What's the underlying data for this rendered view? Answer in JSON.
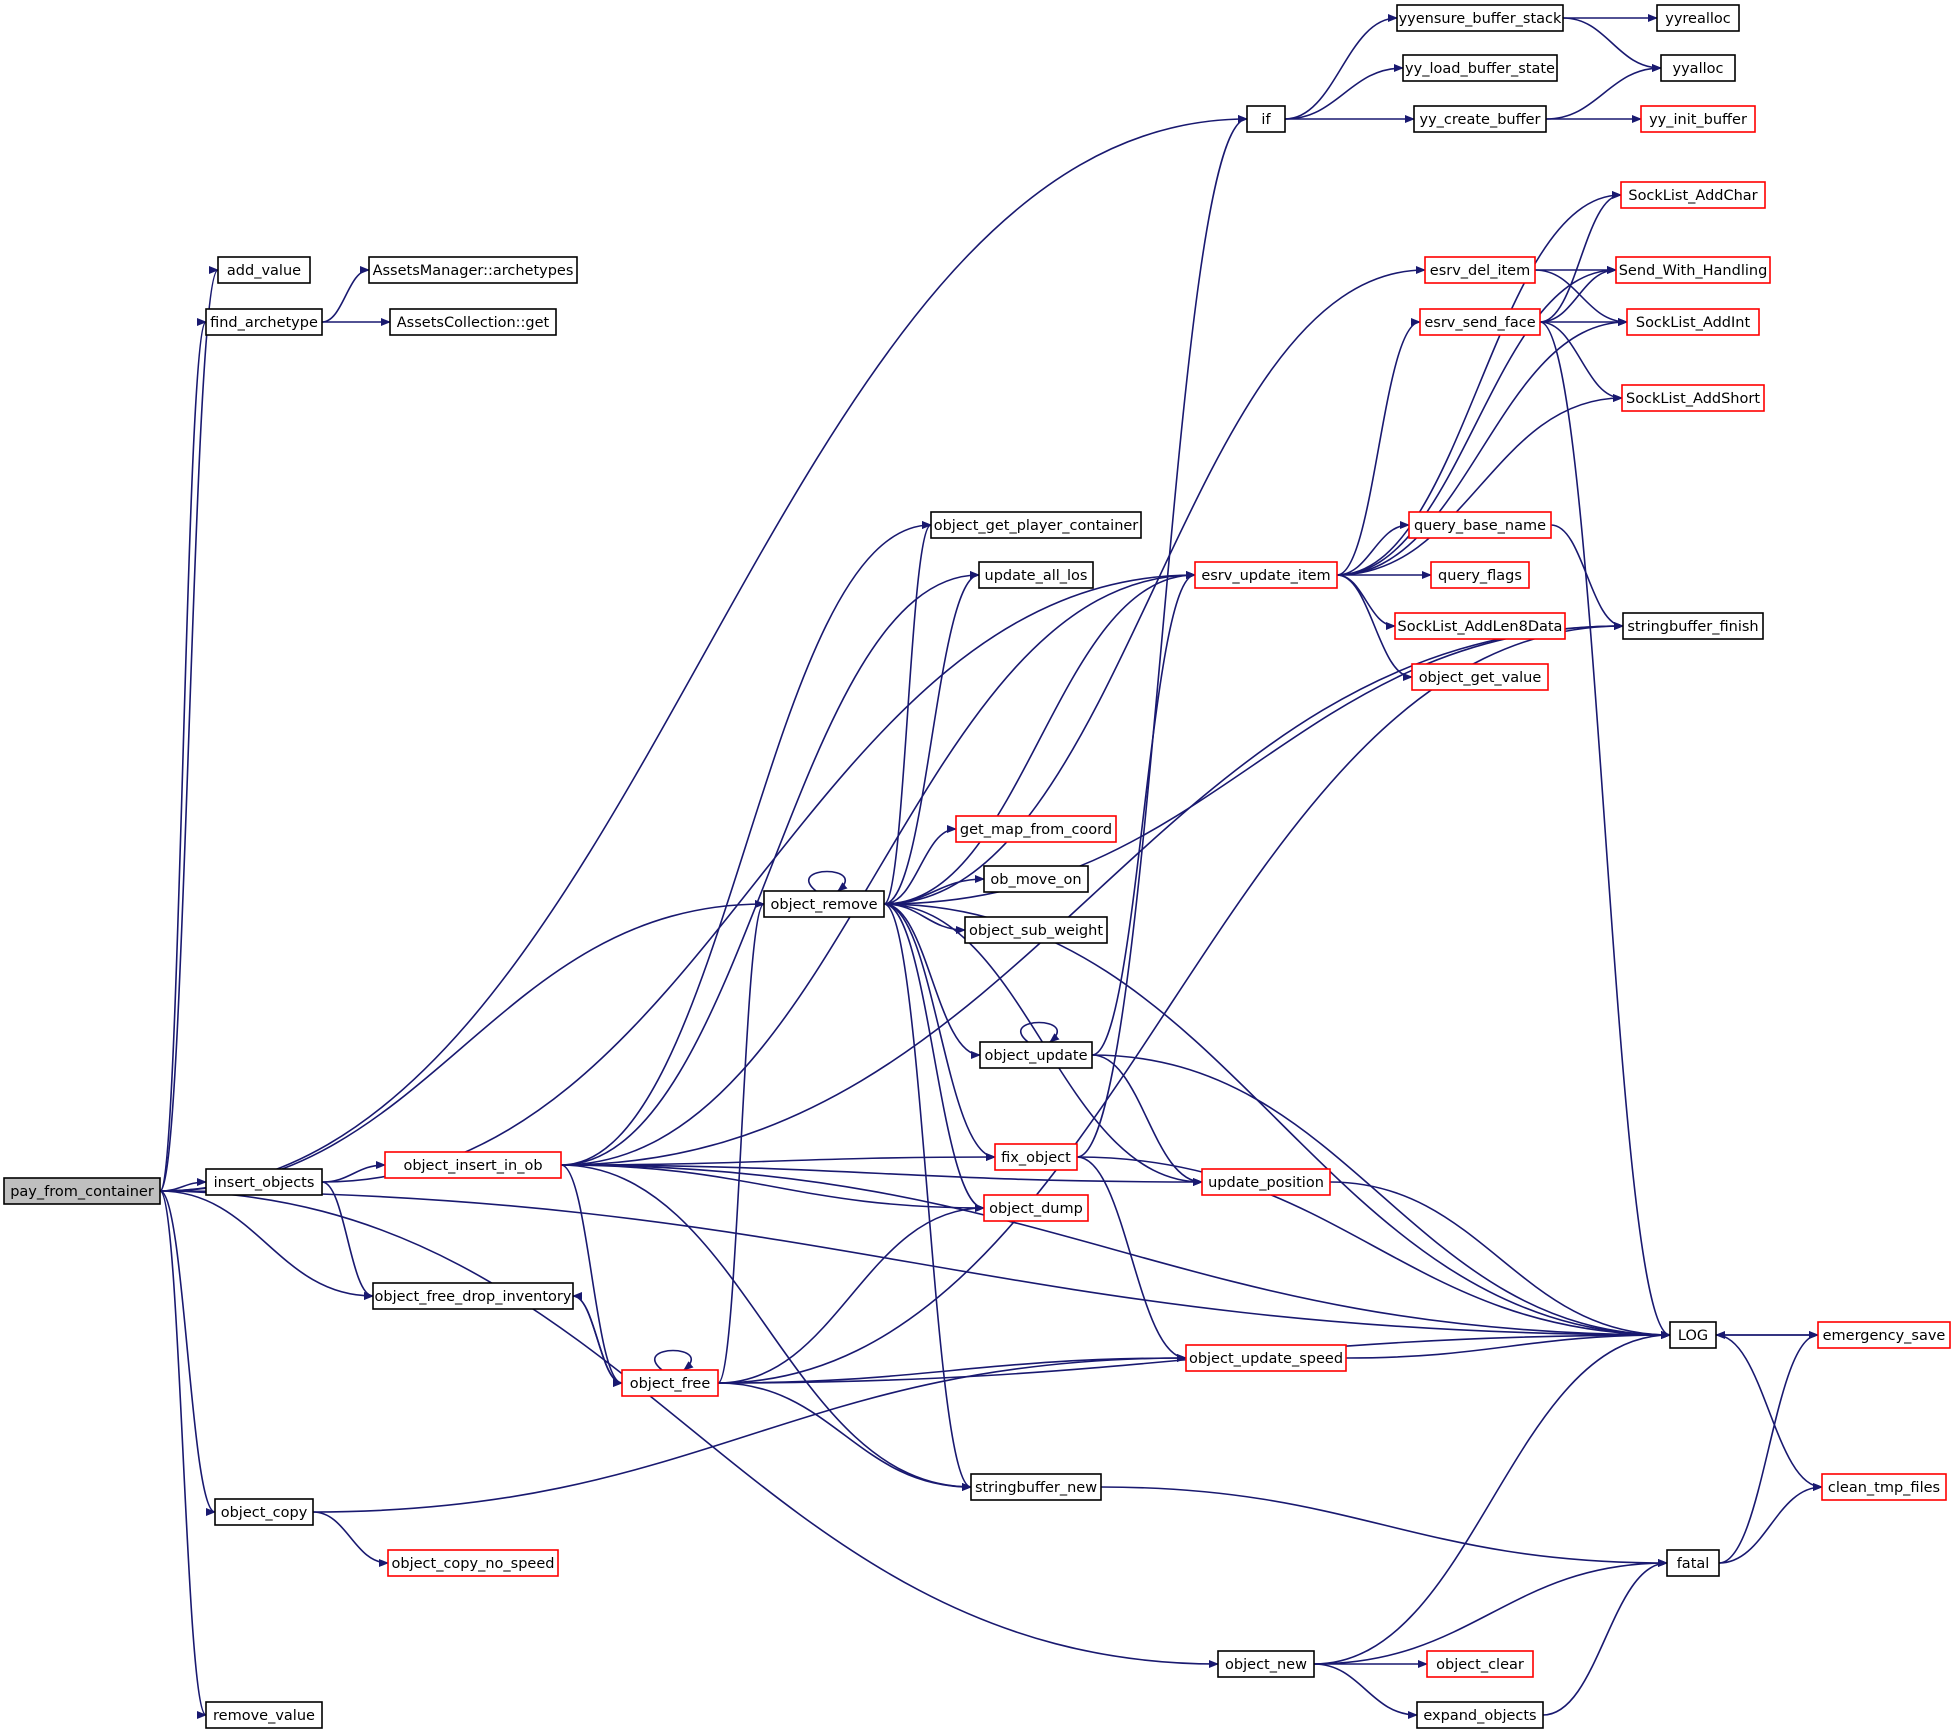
{
  "colors": {
    "edge": "#191970",
    "node_border": "#000000",
    "node_border_incomplete": "#ff0000",
    "root_fill": "#bfbfbf",
    "node_fill": "#ffffff"
  },
  "nodes": [
    {
      "id": "pay_from_container",
      "label": "pay_from_container",
      "root": true
    },
    {
      "id": "add_value",
      "label": "add_value"
    },
    {
      "id": "find_archetype",
      "label": "find_archetype"
    },
    {
      "id": "AssetsManager_archetypes",
      "label": "AssetsManager::archetypes"
    },
    {
      "id": "AssetsCollection_get",
      "label": "AssetsCollection::get"
    },
    {
      "id": "insert_objects",
      "label": "insert_objects"
    },
    {
      "id": "object_insert_in_ob",
      "label": "object_insert_in_ob",
      "red": true
    },
    {
      "id": "object_free_drop_inventory",
      "label": "object_free_drop_inventory"
    },
    {
      "id": "object_copy",
      "label": "object_copy"
    },
    {
      "id": "object_copy_no_speed",
      "label": "object_copy_no_speed",
      "red": true
    },
    {
      "id": "remove_value",
      "label": "remove_value"
    },
    {
      "id": "object_remove",
      "label": "object_remove"
    },
    {
      "id": "object_free",
      "label": "object_free",
      "red": true
    },
    {
      "id": "object_get_player_container",
      "label": "object_get_player_container"
    },
    {
      "id": "update_all_los",
      "label": "update_all_los"
    },
    {
      "id": "get_map_from_coord",
      "label": "get_map_from_coord",
      "red": true
    },
    {
      "id": "ob_move_on",
      "label": "ob_move_on"
    },
    {
      "id": "object_sub_weight",
      "label": "object_sub_weight"
    },
    {
      "id": "object_update",
      "label": "object_update"
    },
    {
      "id": "fix_object",
      "label": "fix_object",
      "red": true
    },
    {
      "id": "object_dump",
      "label": "object_dump",
      "red": true
    },
    {
      "id": "stringbuffer_new",
      "label": "stringbuffer_new"
    },
    {
      "id": "if",
      "label": "if"
    },
    {
      "id": "esrv_update_item",
      "label": "esrv_update_item",
      "red": true
    },
    {
      "id": "update_position",
      "label": "update_position",
      "red": true
    },
    {
      "id": "object_update_speed",
      "label": "object_update_speed",
      "red": true
    },
    {
      "id": "object_new",
      "label": "object_new"
    },
    {
      "id": "yyensure_buffer_stack",
      "label": "yyensure_buffer_stack"
    },
    {
      "id": "yy_load_buffer_state",
      "label": "yy_load_buffer_state"
    },
    {
      "id": "yy_create_buffer",
      "label": "yy_create_buffer"
    },
    {
      "id": "esrv_del_item",
      "label": "esrv_del_item",
      "red": true
    },
    {
      "id": "esrv_send_face",
      "label": "esrv_send_face",
      "red": true
    },
    {
      "id": "query_base_name",
      "label": "query_base_name",
      "red": true
    },
    {
      "id": "query_flags",
      "label": "query_flags",
      "red": true
    },
    {
      "id": "SockList_AddLen8Data",
      "label": "SockList_AddLen8Data",
      "red": true
    },
    {
      "id": "object_get_value",
      "label": "object_get_value",
      "red": true
    },
    {
      "id": "object_clear",
      "label": "object_clear",
      "red": true
    },
    {
      "id": "expand_objects",
      "label": "expand_objects"
    },
    {
      "id": "yyrealloc",
      "label": "yyrealloc"
    },
    {
      "id": "yyalloc",
      "label": "yyalloc"
    },
    {
      "id": "yy_init_buffer",
      "label": "yy_init_buffer",
      "red": true
    },
    {
      "id": "SockList_AddChar",
      "label": "SockList_AddChar",
      "red": true
    },
    {
      "id": "Send_With_Handling",
      "label": "Send_With_Handling",
      "red": true
    },
    {
      "id": "SockList_AddInt",
      "label": "SockList_AddInt",
      "red": true
    },
    {
      "id": "SockList_AddShort",
      "label": "SockList_AddShort",
      "red": true
    },
    {
      "id": "stringbuffer_finish",
      "label": "stringbuffer_finish"
    },
    {
      "id": "LOG",
      "label": "LOG"
    },
    {
      "id": "fatal",
      "label": "fatal"
    },
    {
      "id": "emergency_save",
      "label": "emergency_save",
      "red": true
    },
    {
      "id": "clean_tmp_files",
      "label": "clean_tmp_files",
      "red": true
    }
  ],
  "edges": [
    [
      "pay_from_container",
      "add_value"
    ],
    [
      "pay_from_container",
      "find_archetype"
    ],
    [
      "pay_from_container",
      "if"
    ],
    [
      "pay_from_container",
      "object_remove"
    ],
    [
      "pay_from_container",
      "insert_objects"
    ],
    [
      "pay_from_container",
      "object_free_drop_inventory"
    ],
    [
      "pay_from_container",
      "object_copy"
    ],
    [
      "pay_from_container",
      "LOG"
    ],
    [
      "pay_from_container",
      "object_new"
    ],
    [
      "pay_from_container",
      "remove_value"
    ],
    [
      "find_archetype",
      "AssetsManager_archetypes"
    ],
    [
      "find_archetype",
      "AssetsCollection_get"
    ],
    [
      "insert_objects",
      "esrv_update_item"
    ],
    [
      "insert_objects",
      "object_insert_in_ob"
    ],
    [
      "insert_objects",
      "object_free_drop_inventory"
    ],
    [
      "object_insert_in_ob",
      "stringbuffer_finish"
    ],
    [
      "object_insert_in_ob",
      "object_get_player_container"
    ],
    [
      "object_insert_in_ob",
      "update_all_los"
    ],
    [
      "object_insert_in_ob",
      "fix_object"
    ],
    [
      "object_insert_in_ob",
      "object_dump"
    ],
    [
      "object_insert_in_ob",
      "update_position"
    ],
    [
      "object_insert_in_ob",
      "LOG"
    ],
    [
      "object_insert_in_ob",
      "object_free"
    ],
    [
      "object_insert_in_ob",
      "stringbuffer_new"
    ],
    [
      "object_insert_in_ob",
      "esrv_update_item"
    ],
    [
      "object_free_drop_inventory",
      "object_free"
    ],
    [
      "object_free",
      "object_free_drop_inventory"
    ],
    [
      "object_free",
      "object_free"
    ],
    [
      "object_free",
      "object_remove"
    ],
    [
      "object_free",
      "stringbuffer_finish"
    ],
    [
      "object_free",
      "object_dump"
    ],
    [
      "object_free",
      "object_update_speed"
    ],
    [
      "object_free",
      "LOG"
    ],
    [
      "object_free",
      "stringbuffer_new"
    ],
    [
      "object_copy",
      "object_copy_no_speed"
    ],
    [
      "object_copy",
      "object_update_speed"
    ],
    [
      "object_remove",
      "object_remove"
    ],
    [
      "object_remove",
      "object_get_player_container"
    ],
    [
      "object_remove",
      "update_all_los"
    ],
    [
      "object_remove",
      "esrv_del_item"
    ],
    [
      "object_remove",
      "esrv_update_item"
    ],
    [
      "object_remove",
      "stringbuffer_finish"
    ],
    [
      "object_remove",
      "get_map_from_coord"
    ],
    [
      "object_remove",
      "ob_move_on"
    ],
    [
      "object_remove",
      "object_sub_weight"
    ],
    [
      "object_remove",
      "object_update"
    ],
    [
      "object_remove",
      "fix_object"
    ],
    [
      "object_remove",
      "update_position"
    ],
    [
      "object_remove",
      "object_dump"
    ],
    [
      "object_remove",
      "stringbuffer_new"
    ],
    [
      "object_remove",
      "LOG"
    ],
    [
      "object_update",
      "object_update"
    ],
    [
      "object_update",
      "esrv_update_item"
    ],
    [
      "object_update",
      "update_position"
    ],
    [
      "object_update",
      "LOG"
    ],
    [
      "fix_object",
      "if"
    ],
    [
      "fix_object",
      "object_update_speed"
    ],
    [
      "fix_object",
      "LOG"
    ],
    [
      "esrv_update_item",
      "SockList_AddChar"
    ],
    [
      "esrv_update_item",
      "Send_With_Handling"
    ],
    [
      "esrv_update_item",
      "esrv_send_face"
    ],
    [
      "esrv_update_item",
      "SockList_AddInt"
    ],
    [
      "esrv_update_item",
      "SockList_AddShort"
    ],
    [
      "esrv_update_item",
      "query_base_name"
    ],
    [
      "esrv_update_item",
      "query_flags"
    ],
    [
      "esrv_update_item",
      "SockList_AddLen8Data"
    ],
    [
      "esrv_update_item",
      "object_get_value"
    ],
    [
      "esrv_del_item",
      "Send_With_Handling"
    ],
    [
      "esrv_del_item",
      "SockList_AddInt"
    ],
    [
      "esrv_send_face",
      "SockList_AddChar"
    ],
    [
      "esrv_send_face",
      "Send_With_Handling"
    ],
    [
      "esrv_send_face",
      "SockList_AddInt"
    ],
    [
      "esrv_send_face",
      "SockList_AddShort"
    ],
    [
      "esrv_send_face",
      "LOG"
    ],
    [
      "query_base_name",
      "stringbuffer_finish"
    ],
    [
      "if",
      "yyensure_buffer_stack"
    ],
    [
      "if",
      "yy_load_buffer_state"
    ],
    [
      "if",
      "yy_create_buffer"
    ],
    [
      "yyensure_buffer_stack",
      "yyrealloc"
    ],
    [
      "yyensure_buffer_stack",
      "yyalloc"
    ],
    [
      "yy_create_buffer",
      "yyalloc"
    ],
    [
      "yy_create_buffer",
      "yy_init_buffer"
    ],
    [
      "update_position",
      "LOG"
    ],
    [
      "object_update_speed",
      "LOG"
    ],
    [
      "stringbuffer_new",
      "fatal"
    ],
    [
      "object_new",
      "LOG"
    ],
    [
      "object_new",
      "fatal"
    ],
    [
      "object_new",
      "object_clear"
    ],
    [
      "object_new",
      "expand_objects"
    ],
    [
      "expand_objects",
      "fatal"
    ],
    [
      "LOG",
      "emergency_save"
    ],
    [
      "LOG",
      "clean_tmp_files"
    ],
    [
      "emergency_save",
      "LOG"
    ],
    [
      "fatal",
      "emergency_save"
    ],
    [
      "fatal",
      "clean_tmp_files"
    ]
  ]
}
